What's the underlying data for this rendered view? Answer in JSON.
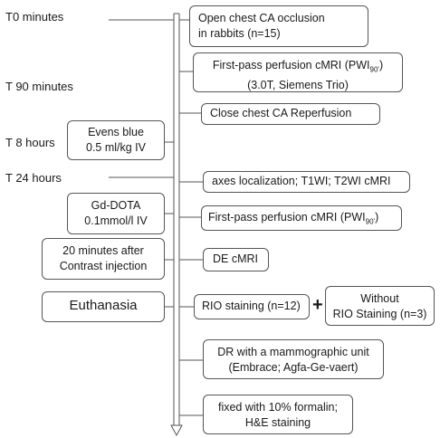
{
  "time_labels": {
    "t0": "T0 minutes",
    "t90": "T 90 minutes",
    "t8h": "T 8 hours",
    "t24h": "T 24 hours"
  },
  "steps": {
    "occlusion": [
      "Open chest CA occlusion",
      "in rabbits (n=15)"
    ],
    "perfusion1": {
      "main": "First-pass perfusion cMRI (PWI",
      "sub": "90'",
      "close": ")",
      "line2": "(3.0T, Siemens Trio)"
    },
    "reperfusion": "Close chest CA Reperfusion",
    "axes": "axes localization; T1WI; T2WI cMRI",
    "perfusion2": {
      "main": "First-pass perfusion cMRI (PWI",
      "sub": "90'",
      "close": ")"
    },
    "de": "DE cMRI",
    "rio": "RIO staining (n=12)",
    "plus": "+",
    "without": [
      "Without",
      "RIO Staining (n=3)"
    ],
    "dr": [
      "DR with a mammographic unit",
      "(Embrace; Agfa-Ge-vaert)"
    ],
    "fixed": [
      "fixed with 10% formalin;",
      "H&E staining"
    ]
  },
  "left_boxes": {
    "evens": [
      "Evens blue",
      "0.5 ml/kg IV"
    ],
    "gd": [
      "Gd-DOTA",
      "0.1mmol/l IV"
    ],
    "contrast": [
      "20 minutes after",
      "Contrast injection"
    ],
    "euthanasia": "Euthanasia"
  }
}
